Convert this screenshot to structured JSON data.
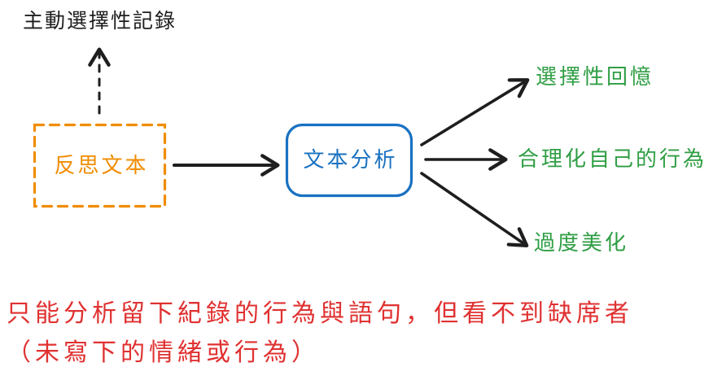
{
  "colors": {
    "ink": "#1e1e1e",
    "orange": "#f08c00",
    "blue": "#1971c2",
    "green": "#2f9e44",
    "red": "#e03131",
    "background": "#ffffff"
  },
  "diagram": {
    "annotation_top": "主動選擇性記錄",
    "input_box": {
      "label": "反思文本"
    },
    "process_box": {
      "label": "文本分析"
    },
    "outcomes": [
      {
        "label": "選擇性回憶"
      },
      {
        "label": "合理化自己的行為"
      },
      {
        "label": "過度美化"
      }
    ],
    "caption": {
      "line1": "只能分析留下紀錄的行為與語句，但看不到缺席者",
      "line2": "（未寫下的情緒或行為）"
    },
    "connectors": [
      {
        "name": "memo-dashed-arrow",
        "style": "dashed",
        "from": "反思文本",
        "to": "主動選擇性記錄"
      },
      {
        "name": "flow-arrow",
        "style": "solid",
        "from": "反思文本",
        "to": "文本分析"
      },
      {
        "name": "outcome-arrow-1",
        "style": "solid",
        "from": "文本分析",
        "to": "選擇性回憶"
      },
      {
        "name": "outcome-arrow-2",
        "style": "solid",
        "from": "文本分析",
        "to": "合理化自己的行為"
      },
      {
        "name": "outcome-arrow-3",
        "style": "solid",
        "from": "文本分析",
        "to": "過度美化"
      }
    ]
  }
}
